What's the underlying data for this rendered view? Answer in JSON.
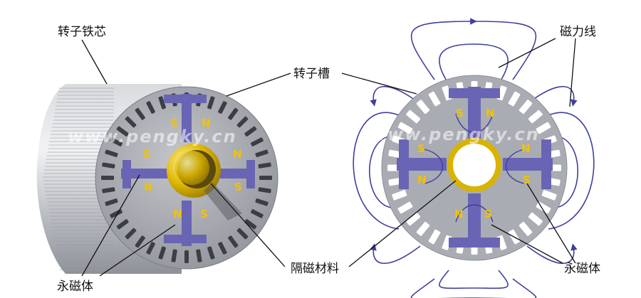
{
  "labels": {
    "rotor_core": "转子铁芯",
    "rotor_slot": "转子槽",
    "flux_lines": "磁力线",
    "magnetic_isolation": "隔磁材料",
    "permanent_magnet_left": "永磁体",
    "permanent_magnet_right": "永磁体"
  },
  "watermark": {
    "left": "www.pengky.cn",
    "right": "www.pengky.cn"
  },
  "left_rotor": {
    "poles": [
      {
        "id": "top-left",
        "letter": "S"
      },
      {
        "id": "top-right",
        "letter": "N"
      },
      {
        "id": "left-upper",
        "letter": "S"
      },
      {
        "id": "right-upper",
        "letter": "N"
      },
      {
        "id": "left-lower",
        "letter": "N"
      },
      {
        "id": "right-lower",
        "letter": "S"
      },
      {
        "id": "bottom-left",
        "letter": "N"
      },
      {
        "id": "bottom-right",
        "letter": "S"
      }
    ]
  },
  "right_rotor": {
    "poles": [
      {
        "id": "top-left",
        "letter": "S"
      },
      {
        "id": "top-right",
        "letter": "N"
      },
      {
        "id": "left-upper",
        "letter": "S"
      },
      {
        "id": "right-upper",
        "letter": "N"
      },
      {
        "id": "left-lower",
        "letter": "N"
      },
      {
        "id": "right-lower",
        "letter": "S"
      },
      {
        "id": "bottom-left",
        "letter": "N"
      },
      {
        "id": "bottom-right",
        "letter": "S"
      }
    ]
  },
  "colors": {
    "magnet": "#6a64b4",
    "pole_letter": "#f2c200",
    "core": "#a9acb3",
    "gold_ring": "#d8b300",
    "flux_line": "#3f3fa0"
  }
}
